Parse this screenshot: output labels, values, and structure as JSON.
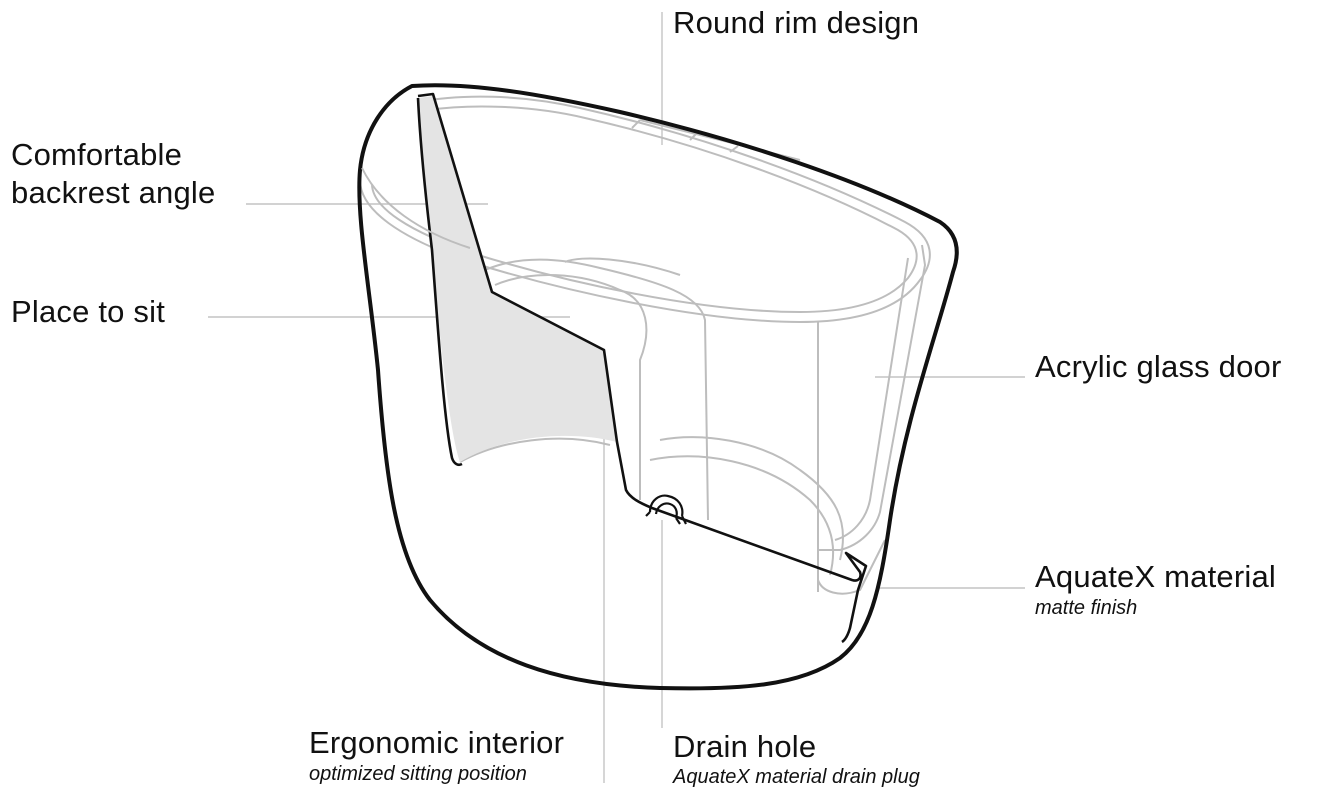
{
  "callouts": {
    "round_rim": {
      "title": "Round rim design"
    },
    "backrest": {
      "title_line1": "Comfortable",
      "title_line2": "backrest angle"
    },
    "seat": {
      "title": "Place to sit"
    },
    "door": {
      "title": "Acrylic glass door"
    },
    "material": {
      "title": "AquateX material",
      "subtitle": "matte finish"
    },
    "interior": {
      "title": "Ergonomic interior",
      "subtitle": "optimized sitting position"
    },
    "drain": {
      "title": "Drain hole",
      "subtitle": "AquateX material drain plug"
    }
  },
  "colors": {
    "outline": "#111111",
    "inner_line": "#bdbdbd",
    "leader_line": "#c4c4c4",
    "section_fill": "#e4e4e4",
    "background": "#ffffff"
  }
}
